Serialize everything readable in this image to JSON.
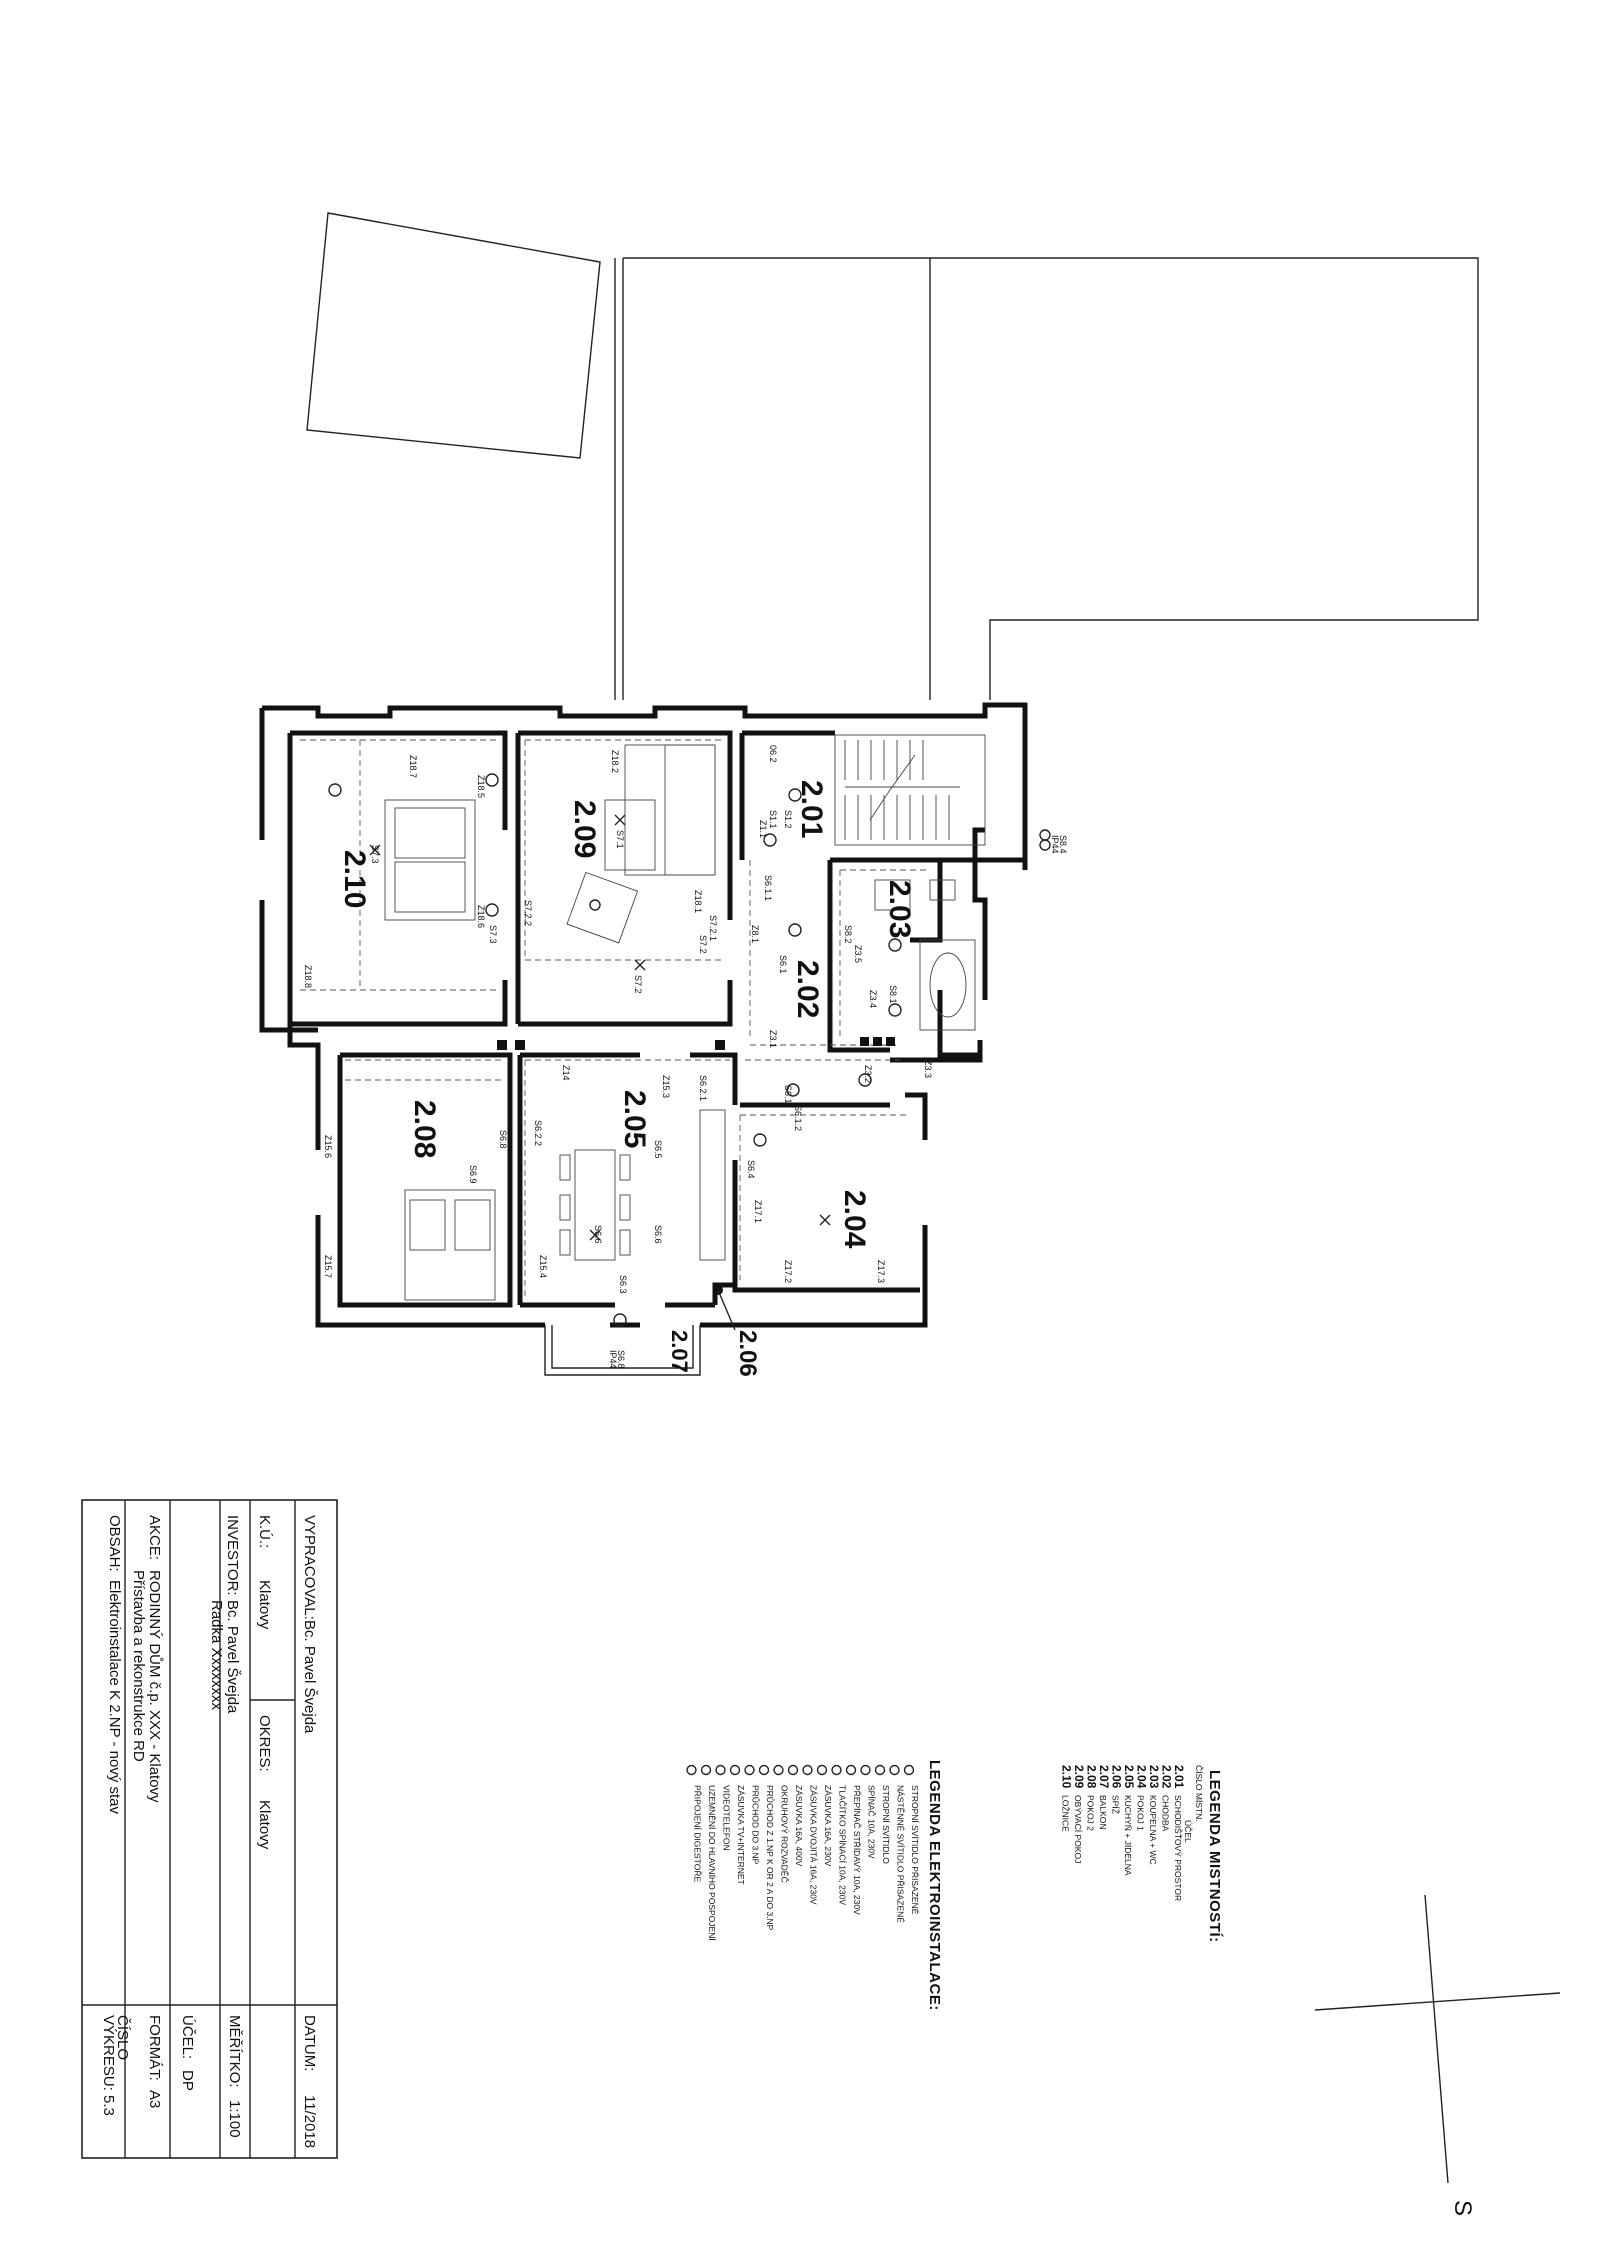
{
  "room_numbers": [
    {
      "id": "2.01",
      "label": "2.01"
    },
    {
      "id": "2.02",
      "label": "2.02"
    },
    {
      "id": "2.03",
      "label": "2.03"
    },
    {
      "id": "2.04",
      "label": "2.04"
    },
    {
      "id": "2.05",
      "label": "2.05"
    },
    {
      "id": "2.06",
      "label": "2.06"
    },
    {
      "id": "2.07",
      "label": "2.07"
    },
    {
      "id": "2.08",
      "label": "2.08"
    },
    {
      "id": "2.09",
      "label": "2.09"
    },
    {
      "id": "2.10",
      "label": "2.10"
    }
  ],
  "fixture_labels": {
    "z18_7": "Z18.7",
    "z18_5": "Z18.5",
    "s7_3": "S7.3",
    "z18_6": "Z18.6",
    "s7_3b": "S7.3",
    "z18_8": "Z18.8",
    "s7_2_2": "S7.2.2",
    "z18_2": "Z18.2",
    "s7_1": "S7.1",
    "z18_1": "Z18.1",
    "s7_2_1": "S7.2.1",
    "s7_2": "S7.2",
    "s7_2b": "S7.2",
    "z8_1": "Z8.1",
    "s6_1_1": "S6.1.1",
    "s6_1": "S6.1",
    "s1_1": "S1.1",
    "s1_2": "S1.2",
    "z1_1": "Z1.1",
    "s8_4": "S8.4",
    "ip44": "IP44",
    "z6_2": "06.2",
    "s8_2": "S8.2",
    "z3_5": "Z3.5",
    "z3_4": "Z3.4",
    "s8_1": "S8.1",
    "z3_1": "Z3.1",
    "z3_3": "Z3.3",
    "z3_2": "Z3.2",
    "s6_1b": "S6.1",
    "s6_1_2": "S6.1.2",
    "z15_3": "Z15.3",
    "z14": "Z14",
    "s6_2_1": "S6.2.1",
    "s6_5": "S6.5",
    "s6_6": "S6.6",
    "s6_2_2": "S6.2.2",
    "s6_8": "S6.8",
    "z15_6": "Z15.6",
    "z15_7": "Z15.7",
    "z15_4": "Z15.4",
    "s6_9": "S6.9",
    "s6_4": "S6.4",
    "z17_1": "Z17.1",
    "s6_6b": "S6.6",
    "z17_2": "Z17.2",
    "z17_3": "Z17.3",
    "s6_8b": "S6.8",
    "s6_3": "S6.3",
    "ip44b": "IP44"
  },
  "legend_rooms": {
    "title": "LEGENDA MISTNOSTÍ:",
    "col_number": "ČÍSLO MÍSTN.",
    "col_purpose": "ÚČEL",
    "items": [
      {
        "num": "2.01",
        "name": "SCHODIŠŤOVÝ PROSTOR"
      },
      {
        "num": "2.02",
        "name": "CHODBA"
      },
      {
        "num": "2.03",
        "name": "KOUPELNA + WC"
      },
      {
        "num": "2.04",
        "name": "POKOJ 1"
      },
      {
        "num": "2.05",
        "name": "KUCHYŇ + JÍDELNA"
      },
      {
        "num": "2.06",
        "name": "SPÍŽ"
      },
      {
        "num": "2.07",
        "name": "BALKON"
      },
      {
        "num": "2.08",
        "name": "POKOJ 2"
      },
      {
        "num": "2.09",
        "name": "OBÝVACÍ POKOJ"
      },
      {
        "num": "2.10",
        "name": "LOŽNICE"
      }
    ]
  },
  "legend_electro": {
    "title": "LEGENDA ELEKTROINSTALACE:",
    "items": [
      {
        "icon": "ceiling-light-recessed-icon",
        "text": "STROPNÍ SVÍTIDLO PŘISAZENÉ"
      },
      {
        "icon": "wall-light-icon",
        "text": "NÁSTĚNNÉ SVÍTIDLO PŘISAZENÉ"
      },
      {
        "icon": "ceiling-light-icon",
        "text": "STROPNÍ SVÍTIDLO"
      },
      {
        "icon": "switch-icon",
        "text": "SPÍNAČ 10A, 230V"
      },
      {
        "icon": "changeover-switch-icon",
        "text": "PŘEPÍNAČ STŘÍDAVÝ 10A, 230V"
      },
      {
        "icon": "push-button-icon",
        "text": "TLAČÍTKO SPÍNACÍ 10A, 230V"
      },
      {
        "icon": "socket-icon",
        "text": "ZÁSUVKA 16A, 230V"
      },
      {
        "icon": "double-socket-icon",
        "text": "ZÁSUVKA DVOJITÁ 16A, 230V"
      },
      {
        "icon": "socket-400v-icon",
        "text": "ZÁSUVKA 16A, 400V"
      },
      {
        "icon": "distribution-board-icon",
        "text": "OKRUHOVÝ ROZVADĚČ"
      },
      {
        "icon": "riser-icon",
        "text": "PRŮCHOD Z 1.NP K OR 2 A DO 3.NP"
      },
      {
        "icon": "passage-icon",
        "text": "PRŮCHOD DO 3.NP"
      },
      {
        "icon": "tv-socket-icon",
        "text": "ZÁSUVKA TV+INTERNET"
      },
      {
        "icon": "videophone-icon",
        "text": "VIDEOTELEFON"
      },
      {
        "icon": "grounding-icon",
        "text": "UZEMNĚNÍ DO HLAVNÍHO POSPOJENÍ"
      },
      {
        "icon": "hood-connection-icon",
        "text": "PŘIPOJENÍ DIGESTOŘE"
      }
    ]
  },
  "title_block": {
    "vypracoval_label": "VYPRACOVAL:",
    "vypracoval_value": "Bc. Pavel Švejda",
    "datum_label": "DATUM:",
    "datum_value": "11/2018",
    "ku_label": "K.Ú.:",
    "ku_value": "Klatovy",
    "okres_label": "OKRES:",
    "okres_value": "Klatovy",
    "meritko_label": "MĚŘÍTKO:",
    "meritko_value": "1:100",
    "investor_label": "INVESTOR:",
    "investor_value_1": "Bc. Pavel Švejda",
    "investor_value_2": "Radka Xxxxxxxx",
    "ucel_label": "ÚČEL:",
    "ucel_value": "DP",
    "akce_label": "AKCE:",
    "akce_value_1": "RODINNÝ DŮM č.p. XXX - Klatovy",
    "akce_value_2": "Přístavba a rekonstrukce RD",
    "format_label": "FORMÁT:",
    "format_value": "A3",
    "obsah_label": "OBSAH:",
    "obsah_value": "Elektroinstalace K 2.NP - nový stav",
    "cislo_label": "ČÍSLO",
    "vykresu_label": "VÝKRESU:",
    "vykresu_value": "5.3"
  },
  "north_arrow": {
    "letter": "S"
  }
}
